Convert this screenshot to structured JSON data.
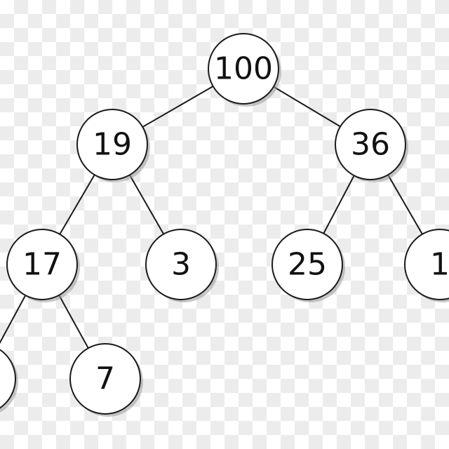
{
  "diagram": {
    "nodes": [
      {
        "id": "n100",
        "label": "100"
      },
      {
        "id": "n19",
        "label": "19"
      },
      {
        "id": "n36",
        "label": "36"
      },
      {
        "id": "n17",
        "label": "17"
      },
      {
        "id": "n3",
        "label": "3"
      },
      {
        "id": "n25",
        "label": "25"
      },
      {
        "id": "n1",
        "label": "1"
      },
      {
        "id": "n2",
        "label": ""
      },
      {
        "id": "n7",
        "label": "7"
      }
    ],
    "edges": [
      {
        "from": "n100",
        "to": "n19"
      },
      {
        "from": "n100",
        "to": "n36"
      },
      {
        "from": "n19",
        "to": "n17"
      },
      {
        "from": "n19",
        "to": "n3"
      },
      {
        "from": "n36",
        "to": "n25"
      },
      {
        "from": "n36",
        "to": "n1"
      },
      {
        "from": "n17",
        "to": "n2"
      },
      {
        "from": "n17",
        "to": "n7"
      }
    ]
  }
}
